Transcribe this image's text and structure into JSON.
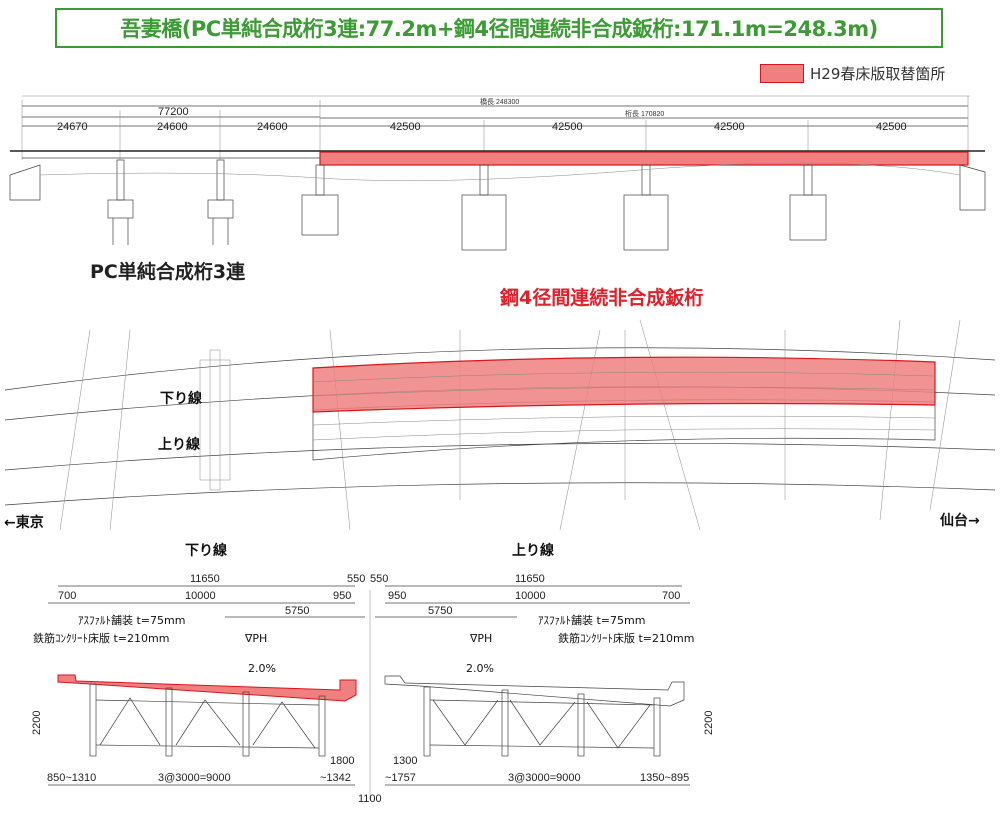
{
  "title": "吾妻橋(PC単純合成桁3連:77.2m+鋼4径間連続非合成鈑桁:171.1m=248.3m)",
  "colors": {
    "title_green": "#3d9b35",
    "highlight_red": "#f08080",
    "highlight_border": "#d9141b",
    "steel_label_red": "#e0202a"
  },
  "legend": {
    "label": "H29春床版取替箇所"
  },
  "elevation": {
    "total_length": "橋長 248300",
    "pc_length": "77200",
    "girder_length": "桁長 170820",
    "pc_spans": [
      "24670",
      "24600",
      "24600"
    ],
    "steel_spans": [
      "42500",
      "42500",
      "42500",
      "42500"
    ],
    "pc_label": "PC単純合成桁3連",
    "steel_label": "鋼4径間連続非合成鈑桁"
  },
  "plan": {
    "down_line": "下り線",
    "up_line": "上り線",
    "to_tokyo": "←東京",
    "to_sendai": "仙台→"
  },
  "sections": {
    "left": {
      "title": "下り線",
      "total_width": "11650",
      "median": "550",
      "left_curb": "700",
      "roadway": "10000",
      "right_curb": "950",
      "ph_offset": "5750",
      "pavement": "ｱｽﾌｧﾙﾄ舗装 t=75mm",
      "slab": "鉄筋ｺﾝｸﾘｰﾄ床版 t=210mm",
      "ph": "∇PH",
      "slope": "2.0%",
      "height": "2200",
      "overhang_left": "850~1310",
      "girder_spacing": "3@3000=9000",
      "overhang_right_a": "1800",
      "overhang_right_b": "~1342"
    },
    "right": {
      "title": "上り線",
      "total_width": "11650",
      "median": "550",
      "left_curb": "950",
      "roadway": "10000",
      "right_curb": "700",
      "ph_offset": "5750",
      "pavement": "ｱｽﾌｧﾙﾄ舗装 t=75mm",
      "slab": "鉄筋ｺﾝｸﾘｰﾄ床版 t=210mm",
      "ph": "∇PH",
      "slope": "2.0%",
      "height": "2200",
      "overhang_left_a": "1300",
      "overhang_left_b": "~1757",
      "girder_spacing": "3@3000=9000",
      "overhang_right": "1350~895"
    },
    "gap": "1100"
  }
}
